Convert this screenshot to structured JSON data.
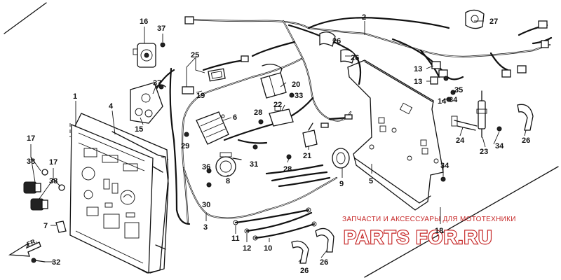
{
  "callouts": [
    {
      "id": "c1",
      "text": "1"
    },
    {
      "id": "c2",
      "text": "2"
    },
    {
      "id": "c3",
      "text": "3"
    },
    {
      "id": "c4",
      "text": "4"
    },
    {
      "id": "c5",
      "text": "5"
    },
    {
      "id": "c6",
      "text": "6"
    },
    {
      "id": "c7",
      "text": "7"
    },
    {
      "id": "c8",
      "text": "8"
    },
    {
      "id": "c9",
      "text": "9"
    },
    {
      "id": "c10",
      "text": "10"
    },
    {
      "id": "c11",
      "text": "11"
    },
    {
      "id": "c12",
      "text": "12"
    },
    {
      "id": "c13a",
      "text": "13"
    },
    {
      "id": "c13b",
      "text": "13"
    },
    {
      "id": "c14",
      "text": "14"
    },
    {
      "id": "c15",
      "text": "15"
    },
    {
      "id": "c16",
      "text": "16"
    },
    {
      "id": "c17a",
      "text": "17"
    },
    {
      "id": "c17b",
      "text": "17"
    },
    {
      "id": "c18",
      "text": "18"
    },
    {
      "id": "c19",
      "text": "19"
    },
    {
      "id": "c20",
      "text": "20"
    },
    {
      "id": "c21",
      "text": "21"
    },
    {
      "id": "c22",
      "text": "22"
    },
    {
      "id": "c23",
      "text": "23"
    },
    {
      "id": "c24",
      "text": "24"
    },
    {
      "id": "c25",
      "text": "25"
    },
    {
      "id": "c26a",
      "text": "26"
    },
    {
      "id": "c26b",
      "text": "26"
    },
    {
      "id": "c26c",
      "text": "26"
    },
    {
      "id": "c26d",
      "text": "26"
    },
    {
      "id": "c26e",
      "text": "26"
    },
    {
      "id": "c27",
      "text": "27"
    },
    {
      "id": "c28a",
      "text": "28"
    },
    {
      "id": "c28b",
      "text": "28"
    },
    {
      "id": "c29",
      "text": "29"
    },
    {
      "id": "c30",
      "text": "30"
    },
    {
      "id": "c31",
      "text": "31"
    },
    {
      "id": "c32",
      "text": "32"
    },
    {
      "id": "c33",
      "text": "33"
    },
    {
      "id": "c34a",
      "text": "34"
    },
    {
      "id": "c34b",
      "text": "34"
    },
    {
      "id": "c34c",
      "text": "34"
    },
    {
      "id": "c35",
      "text": "35"
    },
    {
      "id": "c36",
      "text": "36"
    },
    {
      "id": "c37a",
      "text": "37"
    },
    {
      "id": "c37b",
      "text": "37"
    },
    {
      "id": "c38a",
      "text": "38"
    },
    {
      "id": "c38b",
      "text": "38"
    }
  ],
  "direction_label": "FR.",
  "watermark": {
    "subtitle": "ЗАПЧАСТИ И АКСЕССУАРЫ ДЛЯ МОТОТЕХНИКИ",
    "brand": "PARTS FOR.RU"
  }
}
